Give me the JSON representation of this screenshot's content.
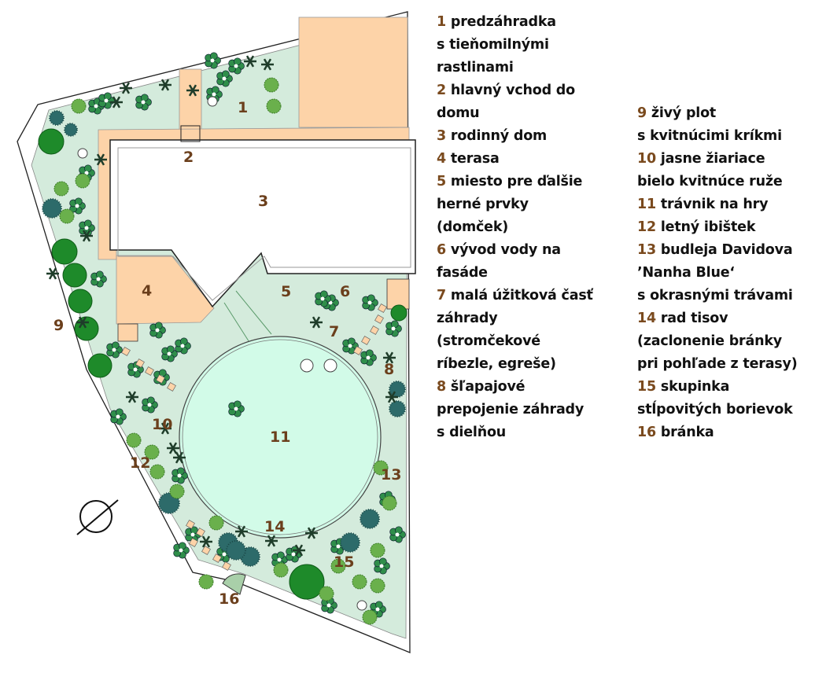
{
  "plan": {
    "labels": [
      "1",
      "2",
      "3",
      "4",
      "5",
      "6",
      "7",
      "8",
      "9",
      "10",
      "11",
      "12",
      "13",
      "14",
      "15",
      "16"
    ]
  },
  "legend": {
    "col1": [
      {
        "num": "1",
        "text": "predzáhradka\ns tieňomilnými\nrastlinami"
      },
      {
        "num": "2",
        "text": "hlavný vchod do\ndomu"
      },
      {
        "num": "3",
        "text": "rodinný dom"
      },
      {
        "num": "4",
        "text": "terasa"
      },
      {
        "num": "5",
        "text": "miesto pre ďalšie\nherné prvky\n(domček)"
      },
      {
        "num": "6",
        "text": "vývod vody na\nfasáde"
      },
      {
        "num": "7",
        "text": "malá úžitková časť\nzáhrady\n(stromčekové\nríbezle, egreše)"
      },
      {
        "num": "8",
        "text": "šľapajové\nprepojenie záhrady\ns dielňou"
      }
    ],
    "col2": [
      {
        "num": "9",
        "text": "živý plot\ns kvitnúcimi kríkmi"
      },
      {
        "num": "10",
        "text": "jasne žiariace\nbielo kvitnúce ruže"
      },
      {
        "num": "11",
        "text": "trávnik na hry"
      },
      {
        "num": "12",
        "text": "letný ibištek"
      },
      {
        "num": "13",
        "text": "budleja Davidova\n’Nanha Blue‘\ns okrasnými trávami"
      },
      {
        "num": "14",
        "text": "rad tisov\n(zaclonenie bránky\npri pohľade z terasy)"
      },
      {
        "num": "15",
        "text": "skupinka\nstĺpovitých borievok"
      },
      {
        "num": "16",
        "text": "bránka"
      }
    ]
  },
  "colors": {
    "garden": "#d4ebdc",
    "lawn": "#d2fbe8",
    "paving": "#fdd3a8",
    "number": "#6b3f1c",
    "tree": "#1e8a2a",
    "conifer": "#2d6b6a"
  }
}
